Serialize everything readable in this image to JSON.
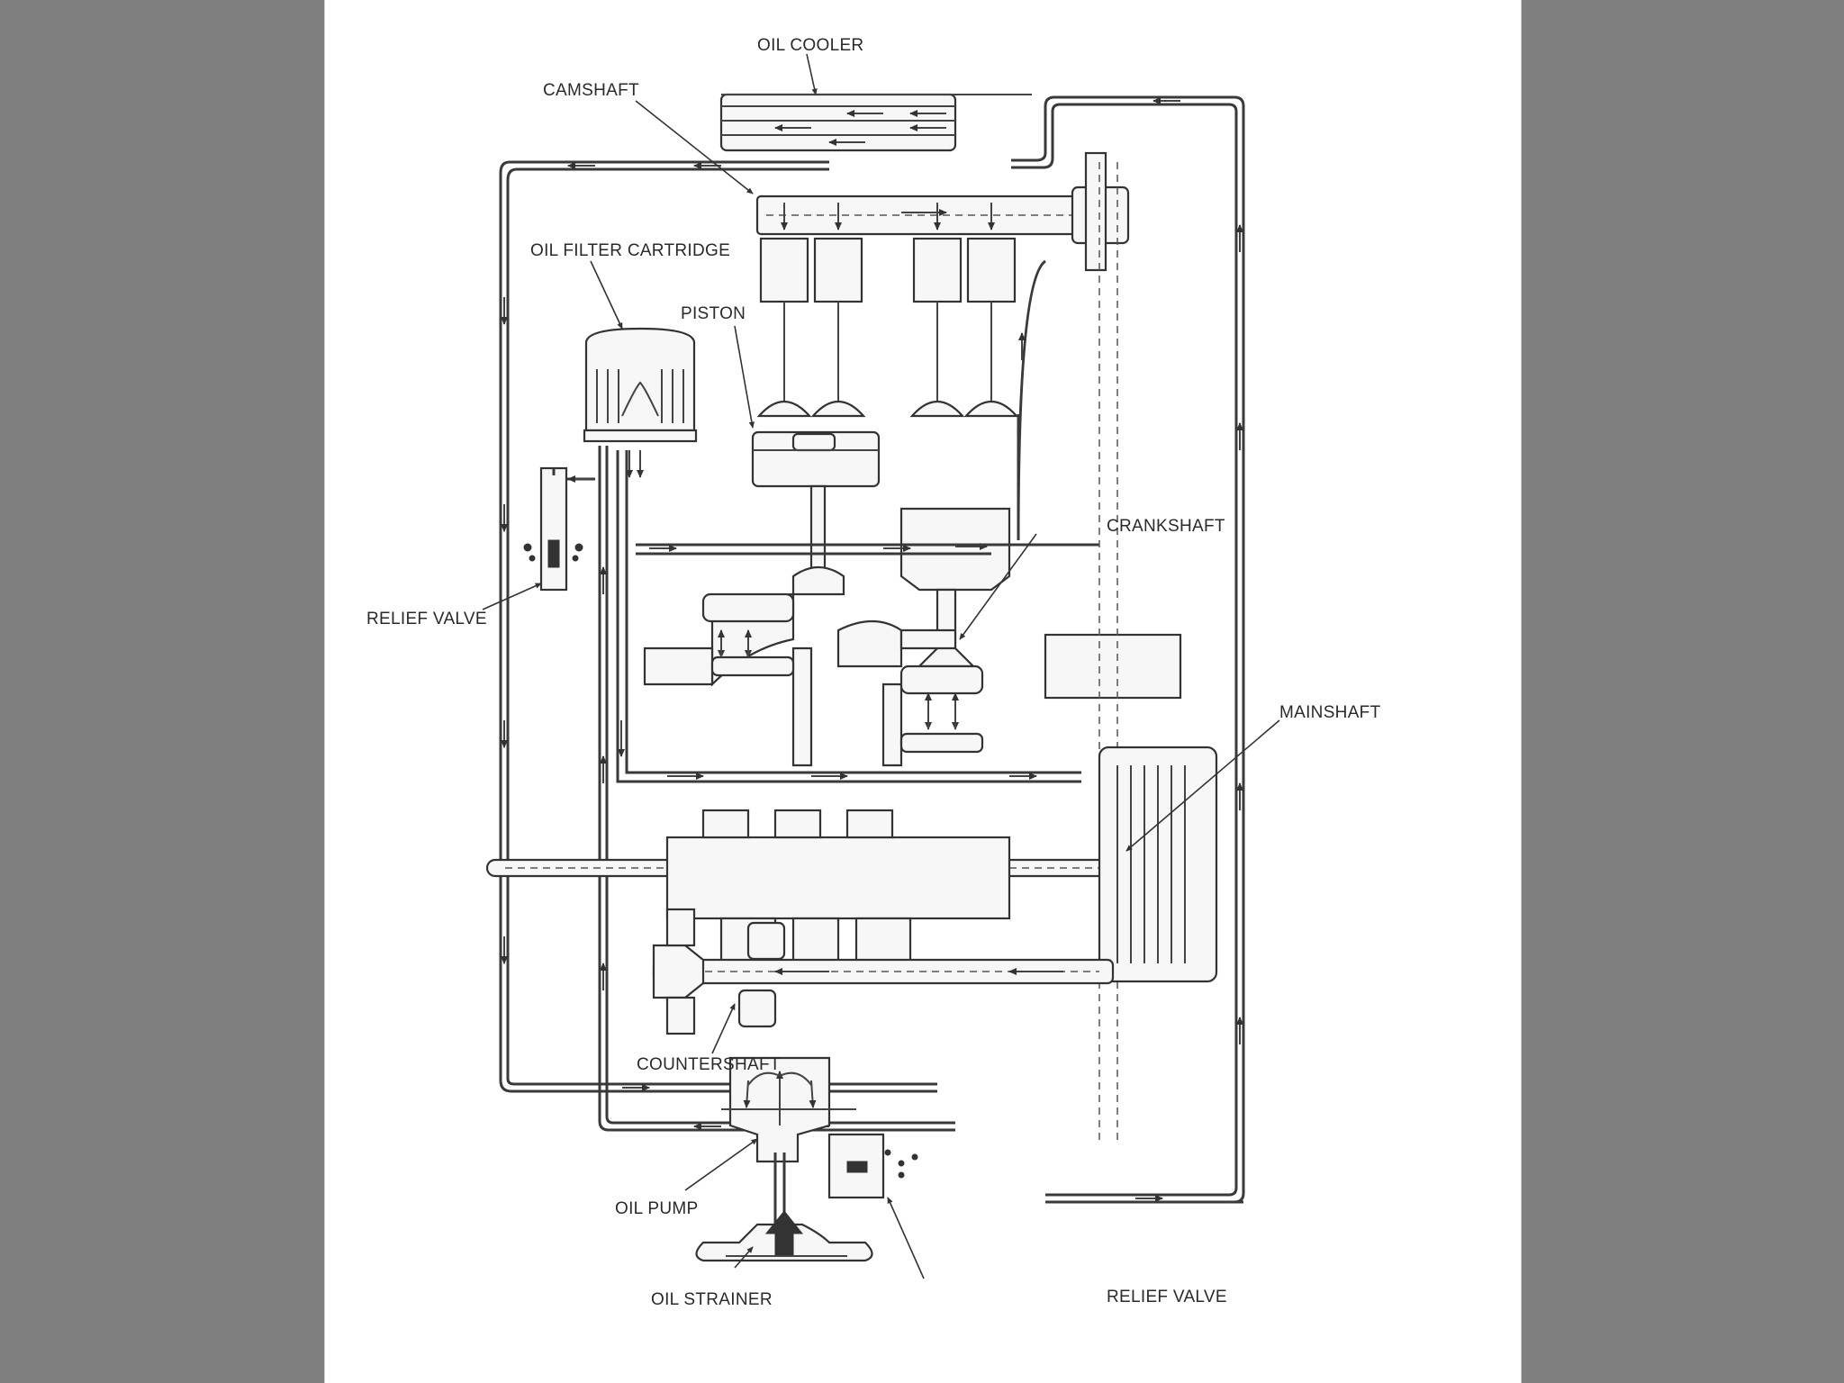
{
  "labels": {
    "oil_cooler": "OIL COOLER",
    "camshaft": "CAMSHAFT",
    "oil_filter": "OIL FILTER CARTRIDGE",
    "piston": "PISTON",
    "crankshaft": "CRANKSHAFT",
    "relief_valve_left": "RELIEF VALVE",
    "mainshaft": "MAINSHAFT",
    "countershaft": "COUNTERSHAFT",
    "oil_pump": "OIL PUMP",
    "oil_strainer": "OIL STRAINER",
    "relief_valve_bottom": "RELIEF VALVE"
  },
  "colors": {
    "background": "#7f7f7f",
    "sheet": "#ffffff",
    "ink": "#333333"
  }
}
